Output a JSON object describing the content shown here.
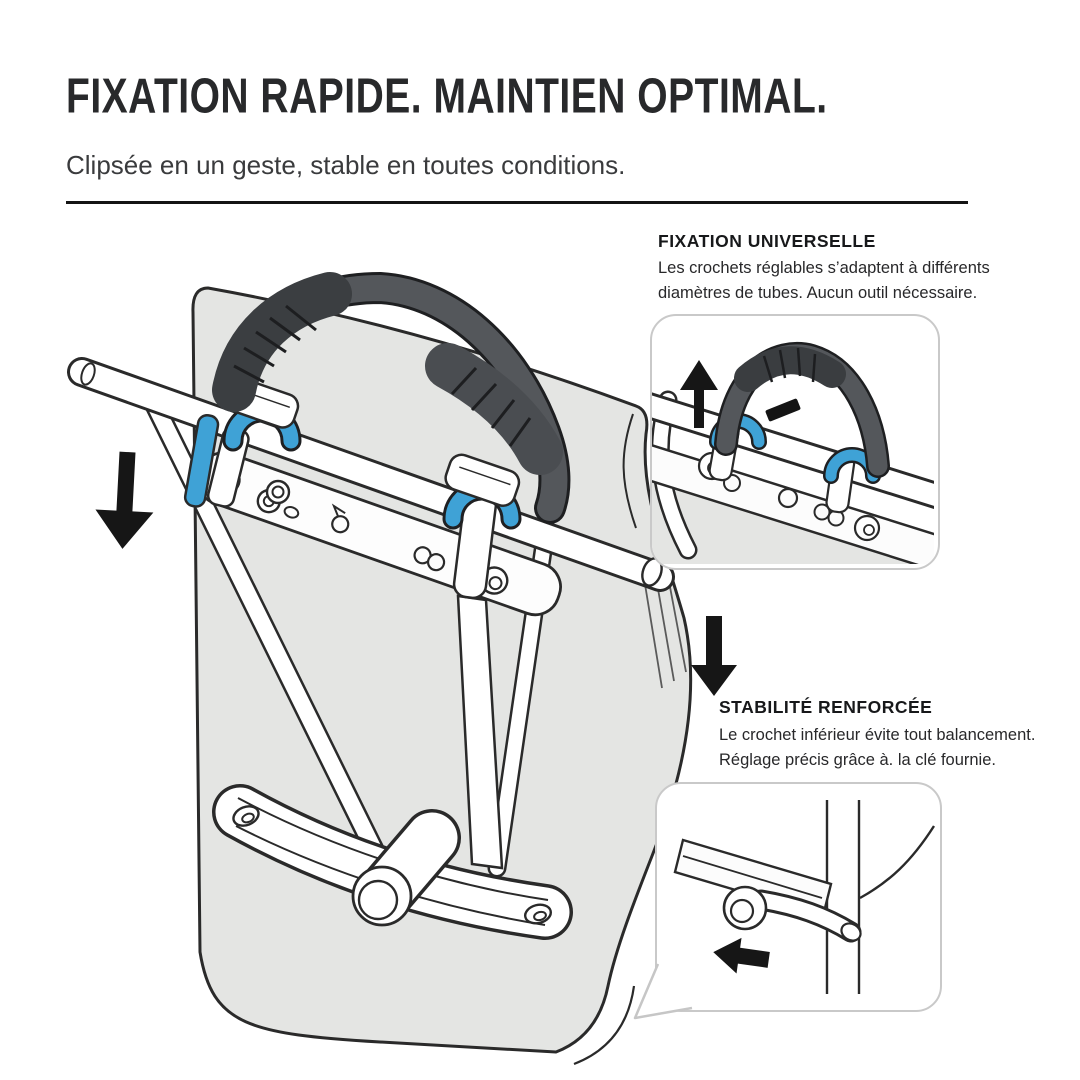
{
  "header": {
    "title": "FIXATION RAPIDE. MAINTIEN OPTIMAL.",
    "subtitle": "Clipsée en un geste, stable en toutes conditions."
  },
  "callouts": {
    "universal": {
      "heading": "FIXATION UNIVERSELLE",
      "body": "Les crochets réglables s’adaptent à différents diamètres de tubes. Aucun outil nécessaire."
    },
    "stability": {
      "heading": "STABILITÉ RENFORCÉE",
      "body": "Le crochet inférieur évite tout balancement. Réglage précis grâce à. la clé fournie."
    }
  },
  "icons": {
    "lift_direction": "up-arrow-icon",
    "press_direction": "down-arrow-icon",
    "pull_direction": "left-arrow-icon"
  },
  "colors": {
    "accent_blue": "#3fa2d6",
    "handle_gray": "#54575b",
    "bag_gray": "#e4e5e3",
    "outline_dark": "#2a2a2a",
    "divider": "#141414",
    "callout_border": "#c9c9c9",
    "title_text": "#28292b",
    "body_text": "#28282a"
  }
}
